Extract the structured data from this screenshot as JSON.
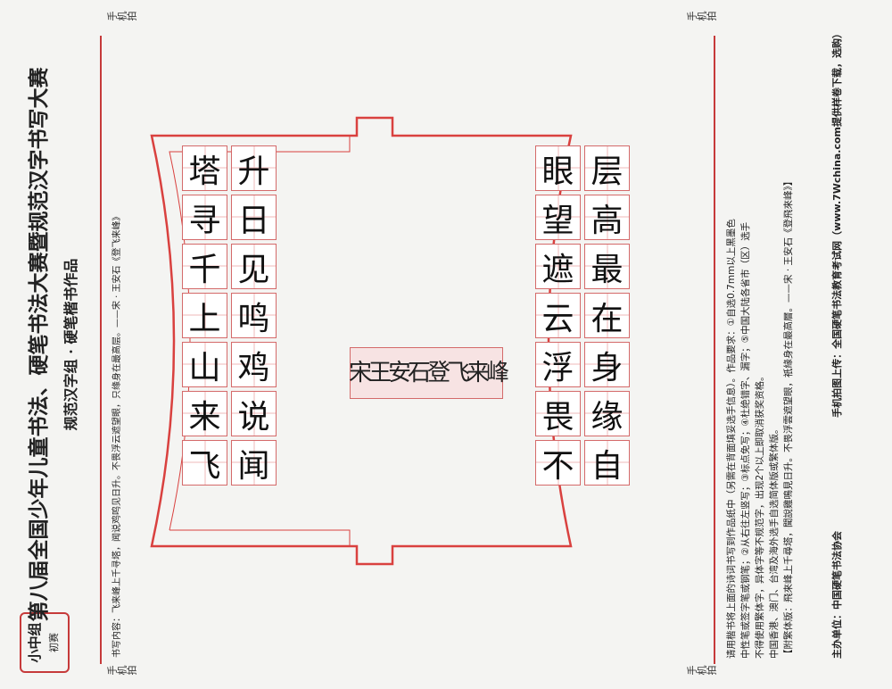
{
  "badge": {
    "group": "小中组",
    "stage": "初赛"
  },
  "title": {
    "main": "第八届全国少年儿童书法、硬笔书法大赛暨规范汉字书写大赛",
    "sub": "规范汉字组 · 硬笔楷书作品"
  },
  "content_line": "书写内容：飞来峰上千寻塔，闻说鸡鸣见日升。不畏浮云遮望眼，只缘身在最高层。——宋 · 王安石《登飞来峰》",
  "poem": {
    "title_chars": [
      "宋",
      "王",
      "安",
      "石",
      "登",
      "飞",
      "来",
      "峰"
    ],
    "columns_right": [
      [
        "飞",
        "闻"
      ],
      [
        "来",
        "说"
      ],
      [
        "山",
        "鸡"
      ],
      [
        "上",
        "鸣"
      ],
      [
        "千",
        "见"
      ],
      [
        "寻",
        "日"
      ],
      [
        "塔",
        "升"
      ]
    ],
    "columns_left": [
      [
        "不",
        "自"
      ],
      [
        "畏",
        "缘"
      ],
      [
        "浮",
        "身"
      ],
      [
        "云",
        "在"
      ],
      [
        "遮",
        "最"
      ],
      [
        "望",
        "高"
      ],
      [
        "眼",
        "层"
      ]
    ]
  },
  "instructions": [
    "请用楷书将上面的诗词书写到作品纸中（另需在背面填妥选手信息）。作品要求：①自选0.7mm以上黑墨色",
    "中性笔或签字笔或钢笔；②从右往左竖写；③标点免写；④杜绝错字、漏字；⑤中国大陆各省市（区）选手",
    "不得使用繁体字，异体字等不规范字，出现2个以上即取消获奖资格。",
    "中国香港、澳门、台湾及海外选手自选简体版或繁体版。",
    "【附繁体版：飛來峰上千尋塔，聞說雞鳴見日升。不畏浮雲遮望眼，祇緣身在最高層。——宋 · 王安石《登飛來峰》】"
  ],
  "footer": {
    "organizer": "主办单位：中国硬笔书法协会",
    "upload": "手机拍图上传：全国硬笔书法教育考试网（www.7Wchina.com提供样卷下载，选购）"
  },
  "corner_mark": "手机拍"
}
